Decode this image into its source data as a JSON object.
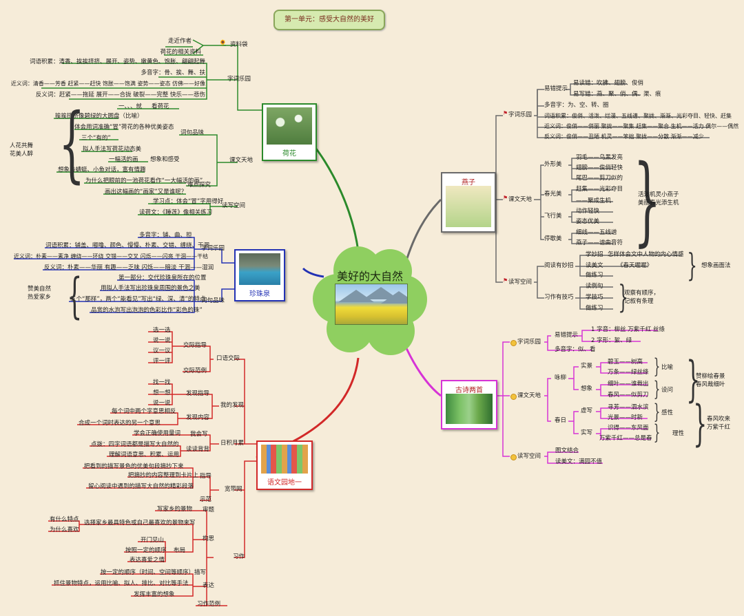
{
  "title": "第一单元：感受大自然的美好",
  "center": {
    "label": "美好的大自然"
  },
  "colors": {
    "lotus": "#2b8a2b",
    "spring": "#2332b4",
    "swallow": "#6a6a6a",
    "poem": "#d633d6",
    "garden": "#d22828"
  },
  "lotus": {
    "node": "荷花",
    "b1": {
      "label": "资料袋",
      "items": [
        "走近作者",
        "荷花的相关资料"
      ]
    },
    "b2": {
      "label": "字词乐园",
      "items": [
        "词语积累：清香、挨挨挤挤、展开、姿势、嫩黄色、饱胀、翩翩起舞",
        "多音字：骨、挨、舞、扶",
        "近义词：清香——芳香  赶紧——赶快  饱胀——饱满  姿势——姿态  仿佛——好像",
        "反义词：赶紧——拖延  展开——合拢  破裂——完整  快乐——悲伤"
      ]
    },
    "b3": {
      "label": "课文天地",
      "c1": "词句品味",
      "c1_items": [
        "一、、、就",
        "看荷花",
        "挨挨挤挤像碧绿的大圆盘（比喻）",
        "体会用词准确“冒”",
        "荷花的各种优美姿态",
        "三个“有的”",
        "拟人手法写荷花动态美",
        "一幅活的画",
        "想象和感受",
        "想象与蜻蜓、小鱼对话，富有情趣"
      ],
      "c2": "难点探究",
      "c2_items": [
        "为什么把眼前的一池荷花看作“一大幅活的画”",
        "画出这幅画的“画家”又是谁呢？"
      ]
    },
    "b4": {
      "label": "读写空间",
      "items": [
        "学习点：体会“冒”字用得好",
        "读荷文：《睡莲》像相关练习"
      ]
    },
    "side": [
      "人花共舞",
      "花美人醉"
    ]
  },
  "spring": {
    "node": "珍珠泉",
    "b1": {
      "label": "字词乐园",
      "items": [
        "多音字：铺、曲、担",
        "词语积累：铺盖、嘟噜、颜色、慢慢、朴素、交错、缠绕、干涸",
        "近义词：朴素——素净  缠绕——环绕  交错——交叉  闪烁——闪亮  干涸——干枯",
        "反义词：朴素——华丽  有趣——乏味  闪烁——暗淡  干涸——湿润"
      ]
    },
    "b2": {
      "label": "词句品味",
      "items": [
        "第一部分：交代珍珠泉所在的位置",
        "用拟人手法写出珍珠泉周围的景色之美",
        "三个“那样”，两个“能看见”写出“绿、深、清”的特点",
        "品赏的水泡写出泡泡的色彩比作“彩色的珠”"
      ]
    },
    "side": [
      "赞美自然",
      "热爱家乡"
    ]
  },
  "garden": {
    "node": "语文园地一",
    "b1": {
      "label": "口语交际",
      "c1": "交际指导",
      "c1_items": [
        "选一选",
        "说一说",
        "议一议",
        "评一评"
      ],
      "c2": "交际范例"
    },
    "b2": {
      "label": "我的发现",
      "c1": "发现指导",
      "c1_items": [
        "找一找",
        "想一想",
        "说一说"
      ],
      "c2": "发现内容",
      "c2_items": [
        "每个词中两个字意思相反",
        "合成一个词时表达的另一个意思"
      ]
    },
    "b3": {
      "label": "日积月累",
      "c1": "我会写",
      "c1_items": [
        "学会正确使用量词"
      ],
      "c2": "读读背背",
      "c2_items": [
        "点拨：四字词语都是描写大自然的",
        "理解词语意思、积累、运用"
      ]
    },
    "b4": {
      "label": "宽带网",
      "c1": "指导",
      "c1_items": [
        "把看到的描写景色的优美句段摘抄下来",
        "把摘抄的内容整理到卡片上",
        "留心阅读中遇到的描写大自然的精彩段落"
      ],
      "c2": "示范"
    },
    "b5": {
      "label": "习作",
      "c1": "审题",
      "c1_items": [
        "写家乡的景物"
      ],
      "c2": "构思",
      "c2_items": [
        "选择家乡最具特色或自己最喜欢的景物来写",
        "有什么特点",
        "为什么喜欢",
        "开门见山",
        "按照一定的顺序",
        "布局",
        "表达喜爱之情"
      ],
      "c3": "表达",
      "c3_items": [
        "按一定的顺序（时间、空间等顺序）描写",
        "抓住景物特点，运用比喻、拟人、排比、对比等手法",
        "发挥丰富的想象"
      ],
      "c4": "习作范例"
    }
  },
  "swallow": {
    "node": "燕子",
    "b1": {
      "label": "字词乐园",
      "items": [
        "易错提示",
        "易读错：吹拂、翅膀、俊俏",
        "易写错：燕、聚、俏、偶、渠、痕",
        "多音字：为、空、转、圈",
        "词语积累：俊俏、活泼、烂漫、五线谱、聚拢、渐渐、光彩夺目、轻快、赶集",
        "近义词：俊俏——俏丽  聚拢——聚集  赶集——聚合  生机——活力  偶尔——偶然",
        "反义词：俊俏——丑陋  机灵——笨拙  聚拢——分散  渐渐——减少"
      ]
    },
    "b2": {
      "label": "课文天地",
      "c": [
        {
          "label": "外形美",
          "items": [
            "羽毛——乌黑发亮",
            "翅膀——俊俏轻快",
            "尾巴——剪刀似的"
          ]
        },
        {
          "label": "春光美",
          "items": [
            "赶集——光彩夺目",
            "——聚成生机"
          ]
        },
        {
          "label": "飞行美",
          "items": [
            "动作轻快",
            "姿态优美"
          ]
        },
        {
          "label": "停歇美",
          "items": [
            "细线——五线谱",
            "燕子——谱曲音符"
          ]
        }
      ],
      "side": [
        "活泼机灵小燕子",
        "美丽春光添生机"
      ]
    },
    "b3": {
      "label": "读写空间",
      "c1": "阅读有妙招",
      "c1_items": [
        "学妙招",
        "怎样体会文中人物的内心情感",
        "读美文",
        "《春天喔喔》",
        "做练习"
      ],
      "c1_side": "想象画面法",
      "c2": "习作有技巧",
      "c2_items": [
        "读例句",
        "学技巧",
        "做练习"
      ],
      "c2_side": [
        "观察有顺序，",
        "记叙有条理"
      ]
    }
  },
  "poem": {
    "node": "古诗两首",
    "b1": {
      "label": "字词乐园",
      "c1": "易错提示",
      "c1_items": [
        "1 字音：柳丝 万紫千红 丝绦",
        "2 字形：絮、绿"
      ],
      "c2": "多音字：似、看"
    },
    "b2": {
      "label": "课文天地",
      "c1": "咏柳",
      "c1a": "实景",
      "c1a_items": [
        "碧玉——树高",
        "万条——绿丝绦"
      ],
      "c1b": "想象",
      "c1b_items": [
        "细叶——谁裁出",
        "春风——似剪刀"
      ],
      "c1_tags": [
        "比喻",
        "设问"
      ],
      "c1_side": [
        "赞柳绘春景",
        "春风裁细叶"
      ],
      "c2": "春日",
      "c2a": "虚写",
      "c2a_items": [
        "寻芳——泗水滨",
        "光景——时新"
      ],
      "c2b": "实写",
      "c2b_items": [
        "识得——东风面",
        "万紫千红——总是春"
      ],
      "c2_tags": [
        "感性",
        "理性"
      ],
      "c2_side": [
        "春风吹来",
        "万紫千红"
      ]
    },
    "b3": {
      "label": "读写空间",
      "items": [
        "图文结合",
        "读美文：满园不值"
      ]
    }
  }
}
